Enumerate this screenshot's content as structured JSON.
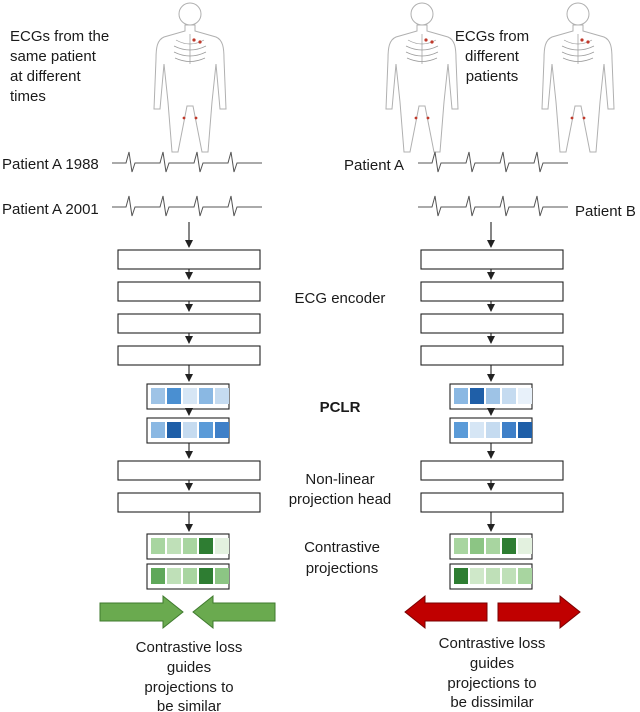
{
  "left": {
    "caption": [
      "ECGs from the",
      "same patient",
      "at different",
      "times"
    ],
    "ecg_labels": [
      "Patient A 1988",
      "Patient A 2001"
    ],
    "pclr_vectors": [
      [
        "#9ec3e6",
        "#4a8fd1",
        "#d6e6f5",
        "#8ab8e3",
        "#c5dbf0"
      ],
      [
        "#8ab8e3",
        "#1f5fa8",
        "#c5dbf0",
        "#5b9bd8",
        "#3f80c8"
      ]
    ],
    "projection_vectors": [
      [
        "#a8d5a0",
        "#bfe0b8",
        "#a8d5a0",
        "#2e7d32",
        "#e3f1df"
      ],
      [
        "#5fa85a",
        "#bfe0b8",
        "#a8d5a0",
        "#2e7d32",
        "#8cc584"
      ]
    ],
    "arrow_color": "#6aaa4f",
    "loss_caption": [
      "Contrastive loss",
      "guides",
      "projections  to",
      "be similar"
    ]
  },
  "right": {
    "caption": [
      "ECGs from",
      "different",
      "patients"
    ],
    "ecg_labels": [
      "Patient A",
      "Patient B"
    ],
    "pclr_vectors": [
      [
        "#8ab8e3",
        "#1f5fa8",
        "#9ec3e6",
        "#c5dbf0",
        "#e8f1fa"
      ],
      [
        "#5b9bd8",
        "#d6e6f5",
        "#c5dbf0",
        "#3f80c8",
        "#1f5fa8"
      ]
    ],
    "projection_vectors": [
      [
        "#a8d5a0",
        "#8cc584",
        "#a8d5a0",
        "#2e7d32",
        "#e3f1df"
      ],
      [
        "#2e7d32",
        "#cfe8c9",
        "#bfe0b8",
        "#bfe0b8",
        "#a8d5a0"
      ]
    ],
    "arrow_color": "#c00000",
    "loss_caption": [
      "Contrastive loss",
      "guides",
      "projections  to",
      "be dissimilar"
    ]
  },
  "middle": {
    "encoder_label": "ECG encoder",
    "pclr_label": "PCLR",
    "head_label": [
      "Non-linear",
      "projection head"
    ],
    "proj_label": [
      "Contrastive",
      "projections"
    ]
  }
}
